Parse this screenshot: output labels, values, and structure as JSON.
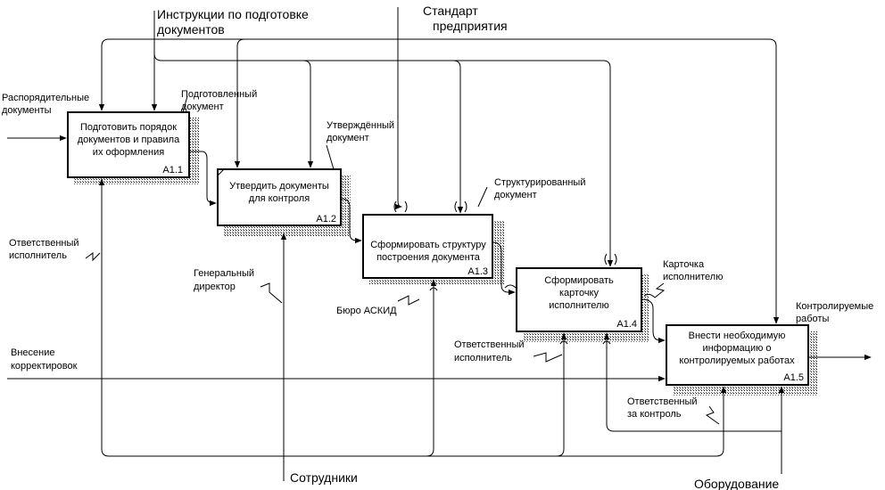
{
  "boxes": [
    {
      "id": "A1.1",
      "lines": [
        "Подготовить порядок",
        "документов и правила",
        "их оформления"
      ]
    },
    {
      "id": "A1.2",
      "lines": [
        "Утвердить документы",
        "для контроля"
      ]
    },
    {
      "id": "A1.3",
      "lines": [
        "Сформировать структуру",
        "построения документа"
      ]
    },
    {
      "id": "A1.4",
      "lines": [
        "Сформировать",
        "карточку",
        "исполнителю"
      ]
    },
    {
      "id": "A1.5",
      "lines": [
        "Внести необходимую",
        "информацию о",
        "контролируемых работах"
      ]
    }
  ],
  "labels": {
    "instructions": [
      "Инструкции по подготовке",
      "документов"
    ],
    "standard": [
      "Стандарт",
      "предприятия"
    ],
    "orders": [
      "Распорядительные",
      "документы"
    ],
    "prepared_doc": [
      "Подготовленный",
      "документ"
    ],
    "approved_doc": [
      "Утверждённый",
      "документ"
    ],
    "structured_doc": [
      "Структурированный",
      "документ"
    ],
    "card": [
      "Карточка",
      "исполнителю"
    ],
    "controlled": [
      "Контролируемые",
      "работы"
    ],
    "responsible1": [
      "Ответственный",
      "исполнитель"
    ],
    "general_director": [
      "Генеральный",
      "директор"
    ],
    "askid": "Бюро АСКИД",
    "corrections": [
      "Внесение",
      "корректировок"
    ],
    "responsible2": [
      "Ответственный",
      "исполнитель"
    ],
    "control_resp": [
      "Ответственный",
      "за контроль"
    ],
    "staff": "Сотрудники",
    "equipment": "Оборудование"
  }
}
